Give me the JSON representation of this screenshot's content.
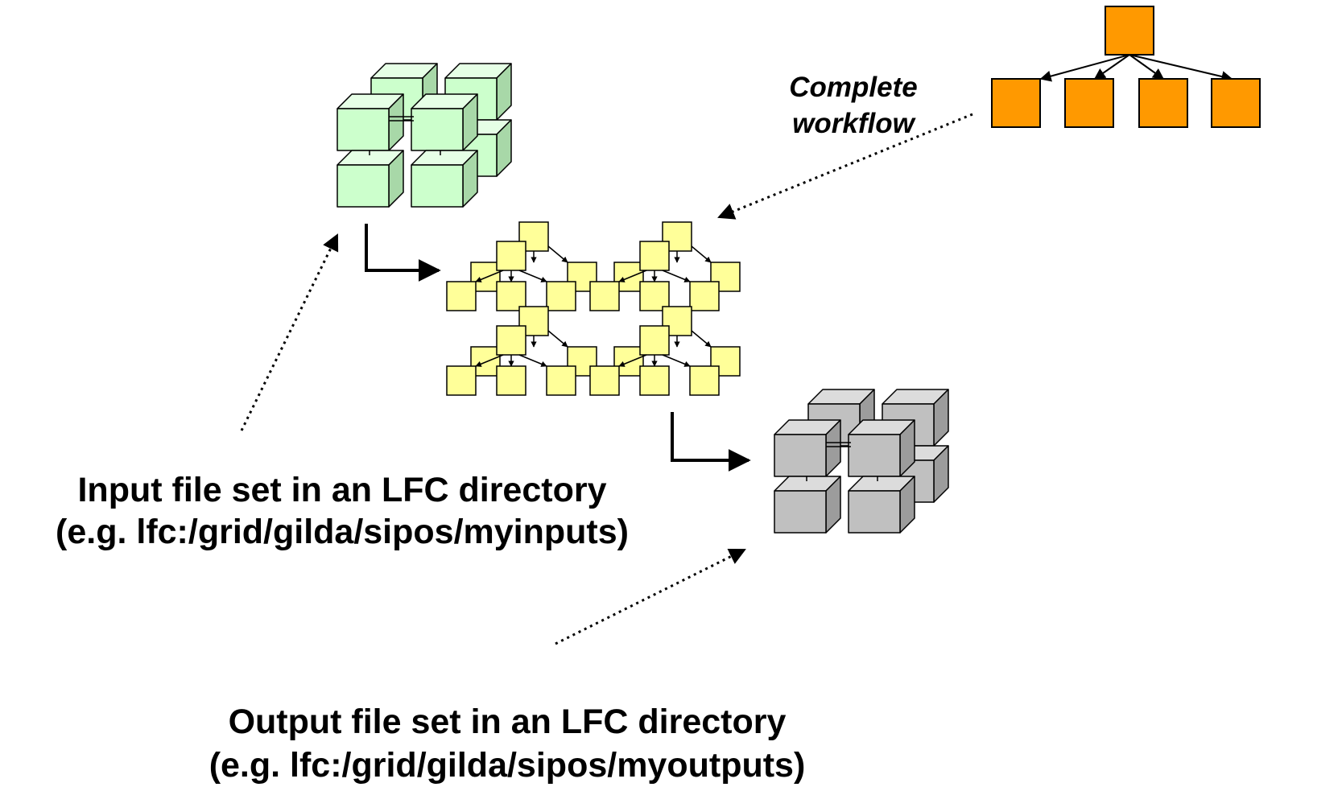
{
  "labels": {
    "input_line1": "Input file set in an LFC directory",
    "input_line2": "(e.g. lfc:/grid/gilda/sipos/myinputs)",
    "output_line1": "Output file set in an LFC directory",
    "output_line2": "(e.g. lfc:/grid/gilda/sipos/myoutputs)",
    "workflow_line1": "Complete",
    "workflow_line2": "workflow"
  },
  "colors": {
    "input_fill": "#ccffcc",
    "input_side": "#a8d8a8",
    "input_top": "#e6ffe6",
    "output_fill": "#c0c0c0",
    "output_side": "#9c9c9c",
    "output_top": "#dcdcdc",
    "workflow_node": "#ff9900",
    "job_node": "#ffff99",
    "stroke": "#000000"
  },
  "icons": [
    "input-file-set-cubes",
    "job-instance-grid",
    "output-file-set-cubes",
    "workflow-tree"
  ]
}
